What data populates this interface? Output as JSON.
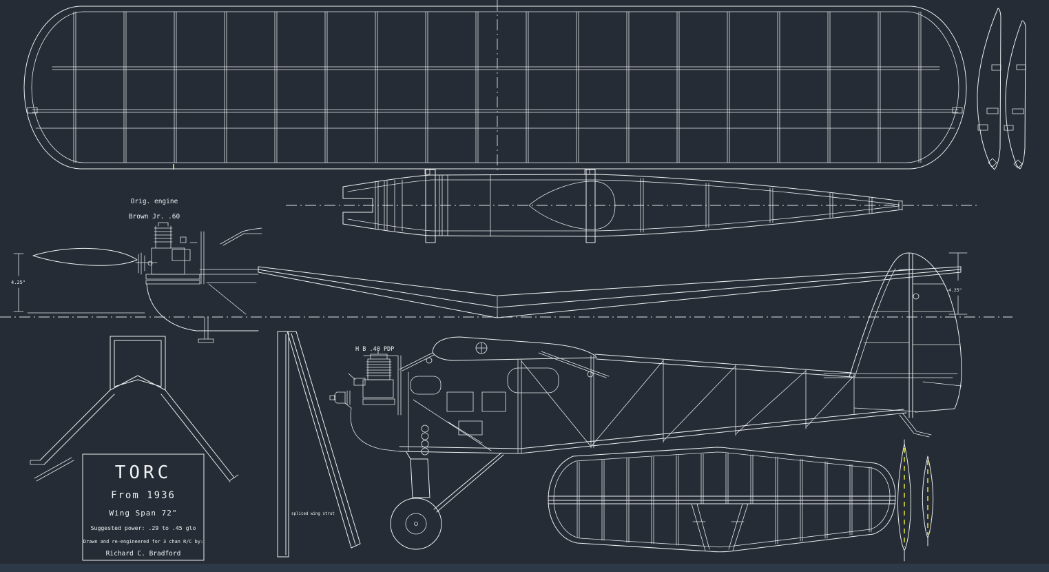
{
  "drawing": {
    "background": "#262c35",
    "line_color": "#eceff1",
    "accent_yellow": "#f5f23e",
    "bottom_band_color": "#2e3947"
  },
  "title_block": {
    "title": "TORC",
    "subtitle": "From 1936",
    "wingspan": "Wing Span 72\"",
    "power": "Suggested power: .29 to .45 glo",
    "credit_intro": "Drawn and re-engineered for 3 chan R/C by:",
    "credit_name": "Richard C. Bradford"
  },
  "annotations": {
    "original_engine_label_line1": "Orig. engine",
    "original_engine_label_line2": "Brown Jr. .60",
    "side_view_engine_label": "H B .40 PDP",
    "strut_note": "spliced wing strut",
    "left_dimension": "4.25\"",
    "right_dimension": "4.25\""
  }
}
